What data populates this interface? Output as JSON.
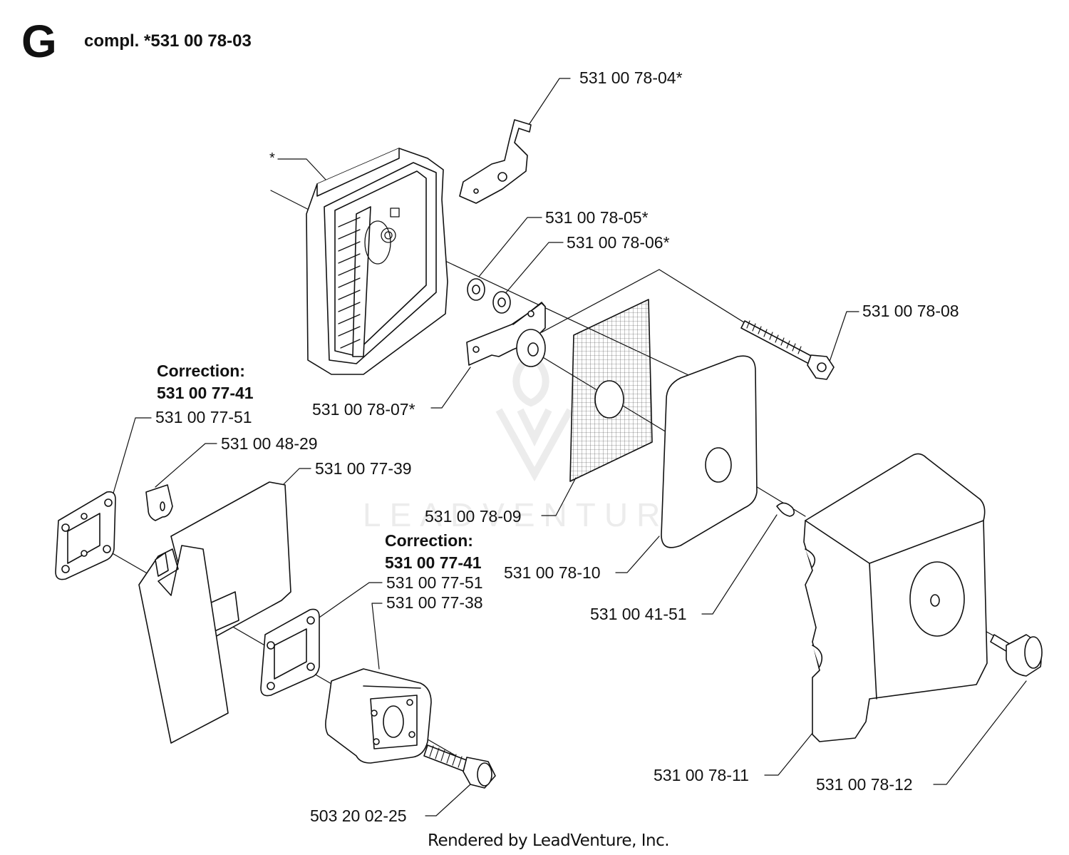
{
  "header": {
    "section_letter": "G",
    "compl_text": "compl. *531 00 78-03"
  },
  "parts": {
    "p_78_04": "531 00 78-04*",
    "star": "*",
    "p_78_05": "531 00 78-05*",
    "p_78_06": "531 00 78-06*",
    "p_78_08": "531 00 78-08",
    "p_78_07": "531 00 78-07*",
    "p_77_51_a": "531 00 77-51",
    "p_48_29": "531 00 48-29",
    "p_77_39": "531 00 77-39",
    "p_78_09": "531 00 78-09",
    "p_78_10": "531 00 78-10",
    "p_77_51_b": "531 00 77-51",
    "p_77_38": "531 00 77-38",
    "p_41_51": "531 00 41-51",
    "p_78_11": "531 00 78-11",
    "p_78_12": "531 00 78-12",
    "p_02_25": "503 20 02-25"
  },
  "corrections": {
    "heading_a": "Correction:",
    "number_a": "531 00 77-41",
    "heading_b": "Correction:",
    "number_b": "531 00 77-41"
  },
  "watermark": {
    "text": "LEADVENTURE"
  },
  "footer": {
    "text": "Rendered by LeadVenture, Inc."
  },
  "colors": {
    "line": "#111111",
    "part_fill": "#ffffff",
    "watermark": "#e9e9e9"
  }
}
